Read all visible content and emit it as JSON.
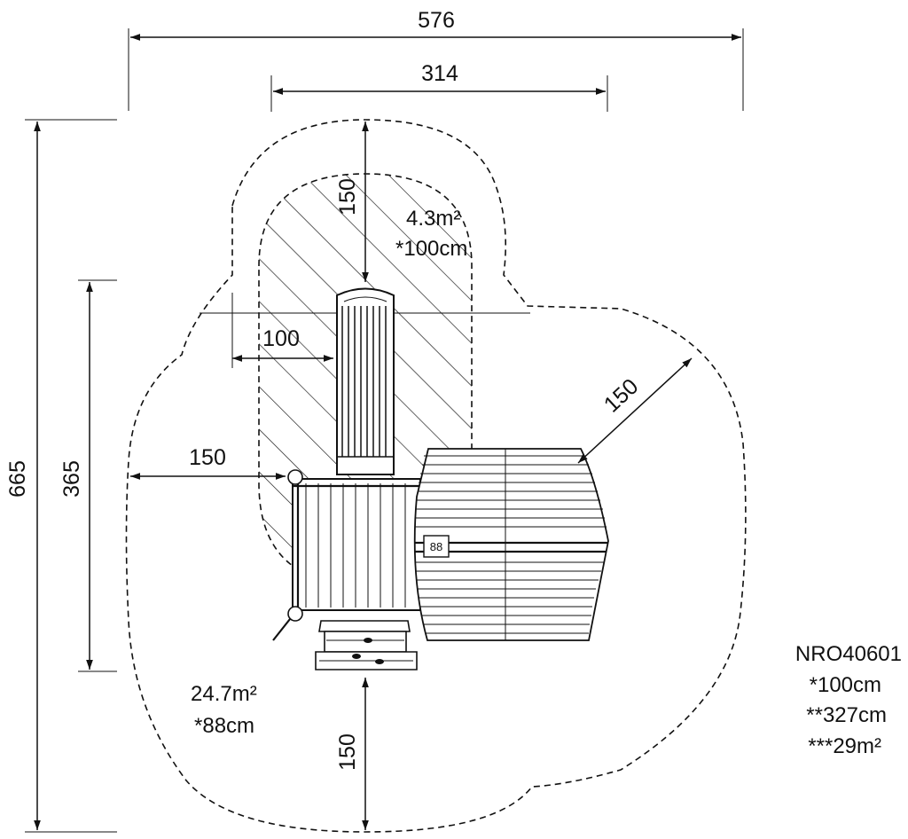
{
  "dimensions": {
    "total_width": "576",
    "inner_width": "314",
    "total_height": "665",
    "inner_height": "365",
    "top_clearance": "150",
    "left_clearance": "150",
    "slide_clearance": "150",
    "bottom_clearance": "150",
    "side_gap": "100"
  },
  "areas": {
    "upper_area": "4.3m²",
    "upper_height": "*100cm",
    "main_area": "24.7m²",
    "main_height": "*88cm"
  },
  "platform_tag": "88",
  "product": {
    "code": "NRO40601",
    "free_fall_height": "*100cm",
    "total_height": "**327cm",
    "safety_area": "***29m²"
  },
  "colors": {
    "line": "#111111",
    "background": "#ffffff"
  }
}
